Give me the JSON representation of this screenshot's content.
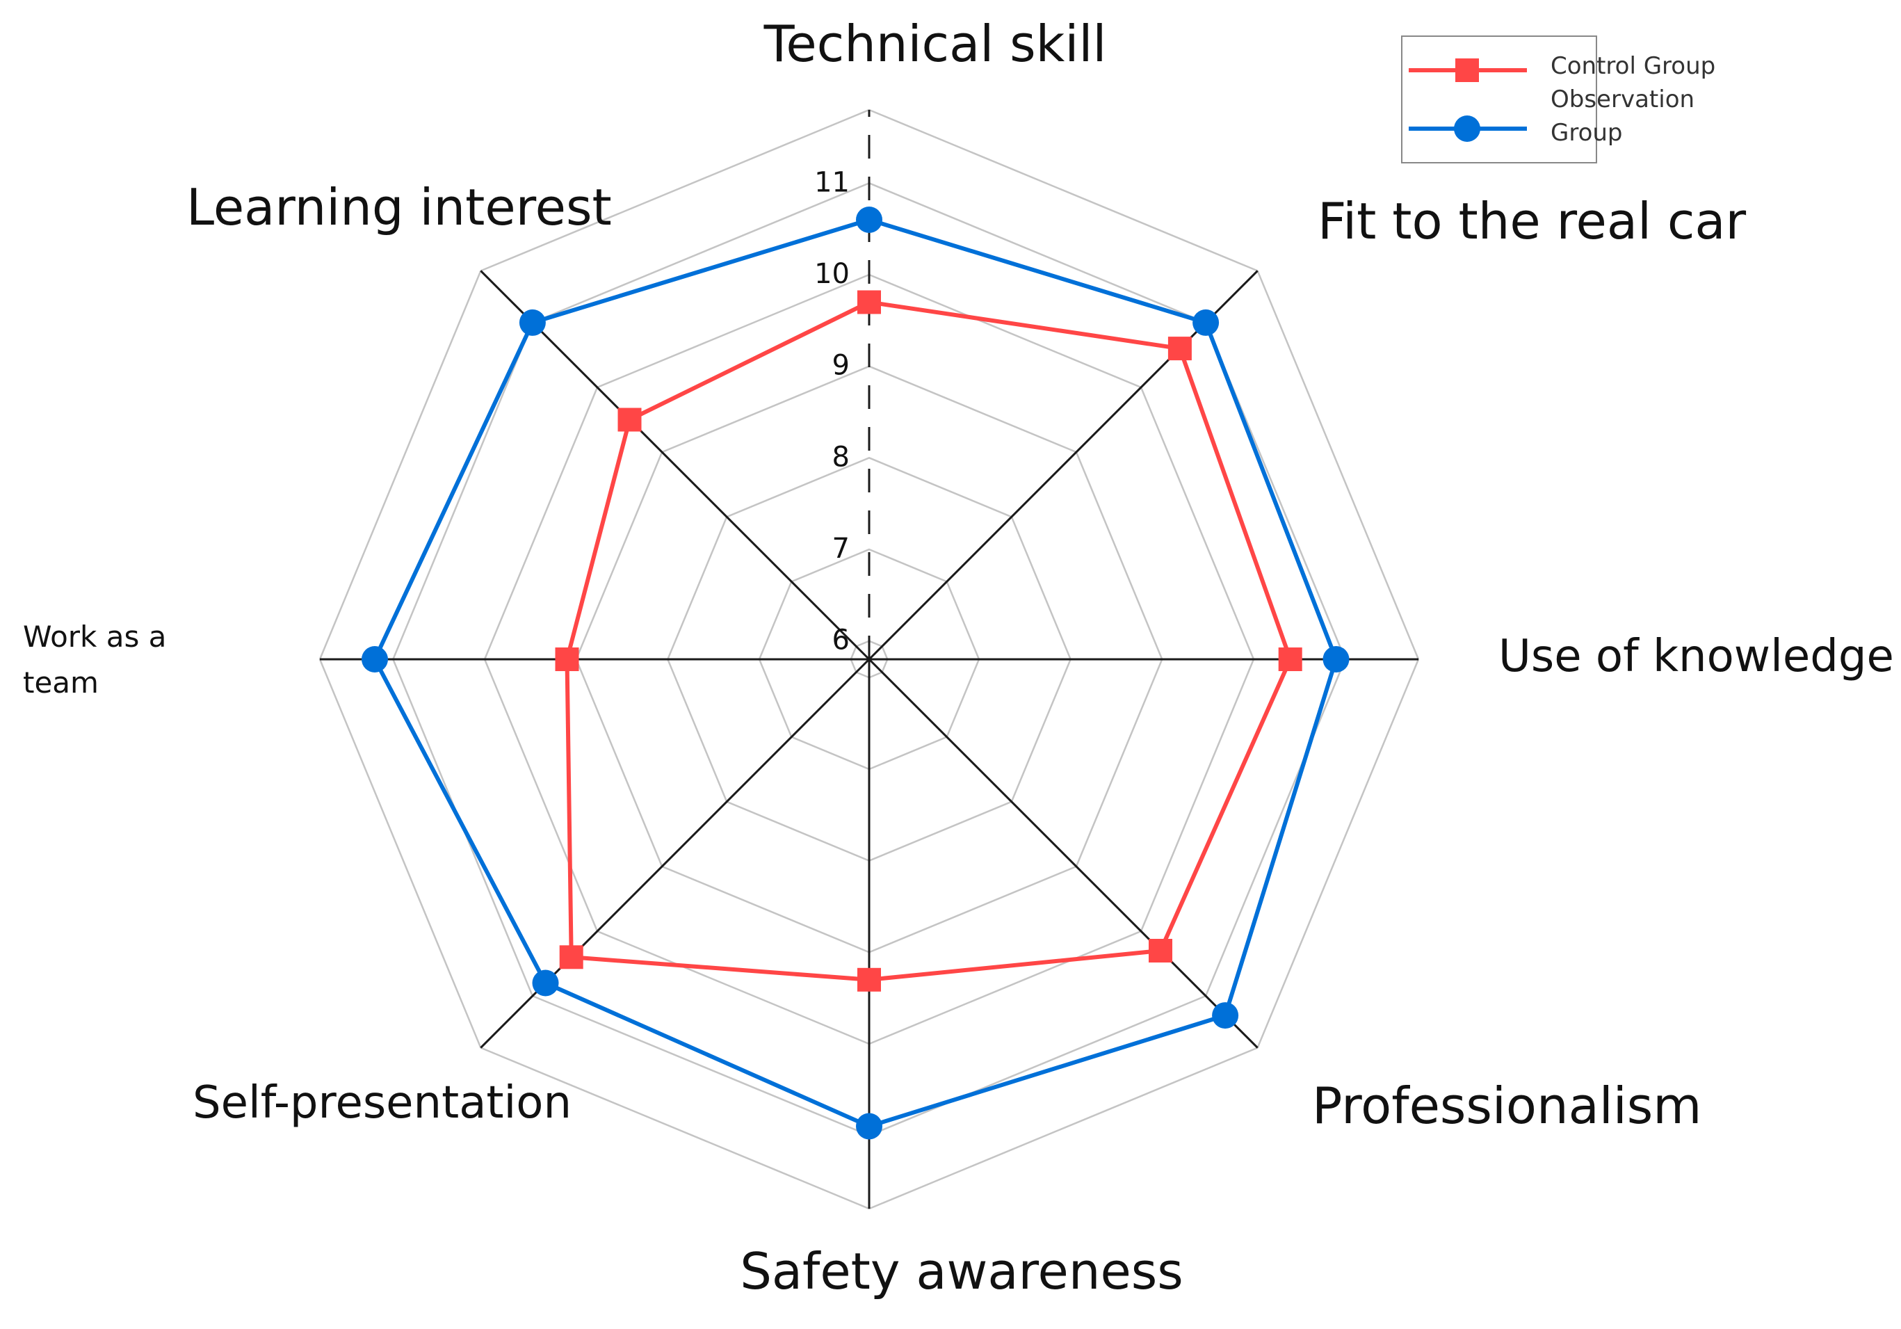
{
  "chart_data": {
    "type": "radar",
    "axes": [
      "Technical skill",
      "Fit to the real car",
      "Use of knowledge",
      "Professionalism",
      "Safety awareness",
      "Self-presentation",
      "Work as a team",
      "Learning interest"
    ],
    "ticks": [
      "6",
      "7",
      "8",
      "9",
      "10",
      "11"
    ],
    "range": [
      5.8,
      11.8
    ],
    "grid": true,
    "legend_position": "top-right",
    "series": [
      {
        "name": "Control Group",
        "color": "#ff4646",
        "marker": "square",
        "values": [
          9.7,
          10.6,
          10.4,
          10.3,
          9.3,
          10.4,
          9.1,
          9.5
        ]
      },
      {
        "name": "Observation Group",
        "color": "#0070d8",
        "marker": "circle",
        "values": [
          10.6,
          11.0,
          10.9,
          11.3,
          10.9,
          10.8,
          11.2,
          11.0
        ]
      }
    ]
  }
}
